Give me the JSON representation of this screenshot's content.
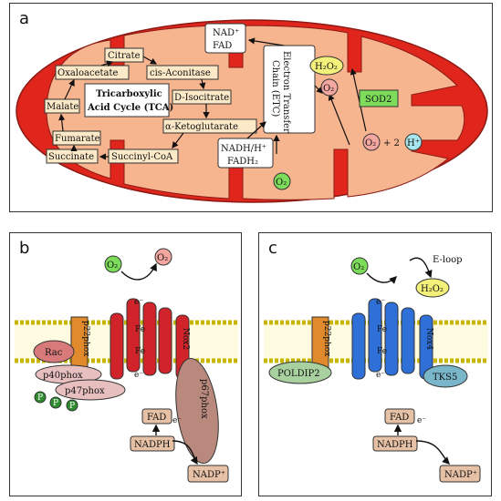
{
  "panel_a": {
    "letter": "a",
    "tca_title_1": "Tricarboxylic",
    "tca_title_2": "Acid Cycle (TCA)",
    "metabolites": {
      "citrate": "Citrate",
      "cis_aconitase": "cis-Aconitase",
      "oxaloacetate": "Oxaloacetate",
      "d_isocitrate": "D-Isocitrate",
      "malate": "Malate",
      "fumarate": "Fumarate",
      "a_ketoglutarate": "α-Ketoglutarate",
      "succinate": "Succinate",
      "succinyl_coa": "Succinyl-CoA"
    },
    "nad_fad_1": "NAD⁺",
    "nad_fad_2": "FAD",
    "nadh_1": "NADH/H⁺",
    "nadh_2": "FADH₂",
    "etc_1": "Electron Transfer",
    "etc_2": "Chain (ETC)",
    "o2": "O₂",
    "superoxide": "O₂",
    "superoxide2": "O₂",
    "h2o2": "H₂O₂",
    "sod2": "SOD2",
    "plus2": "+ 2",
    "hplus": "H⁺",
    "colors": {
      "mito_outer": "#e0261c",
      "mito_inner": "#f6b48f",
      "box_fill": "#fbe9c8",
      "green": "#7ddc5a",
      "yellow": "#f4f17a"
    }
  },
  "panel_b": {
    "letter": "b",
    "o2": "O₂",
    "superoxide": "O₂",
    "p22phox": "p22phox",
    "rac": "Rac",
    "p40phox": "p40phox",
    "p47phox": "p47phox",
    "p": "P",
    "nox2": "Nox2",
    "p67phox": "p67phox",
    "fad": "FAD",
    "nadph": "NADPH",
    "nadp": "NADP⁺",
    "fe": "Fe",
    "e_minus": "e⁻",
    "colors": {
      "helix": "#d0242a",
      "p22": "#e08a2c",
      "rac": "#d97a7a",
      "p40": "#e8bfbf",
      "p67": "#b8897c"
    }
  },
  "panel_c": {
    "letter": "c",
    "o2": "O₂",
    "e_loop": "E-loop",
    "h2o2": "H₂O₂",
    "p22phox": "p22phox",
    "poldip2": "POLDIP2",
    "nox4": "Nox4",
    "tks5": "TKS5",
    "fad": "FAD",
    "nadph": "NADPH",
    "nadp": "NADP⁺",
    "fe": "Fe",
    "e_minus": "e⁻",
    "colors": {
      "helix": "#2e6fd8",
      "p22": "#e08a2c",
      "poldip2": "#a9d1a0",
      "tks5": "#79b6c9"
    }
  }
}
